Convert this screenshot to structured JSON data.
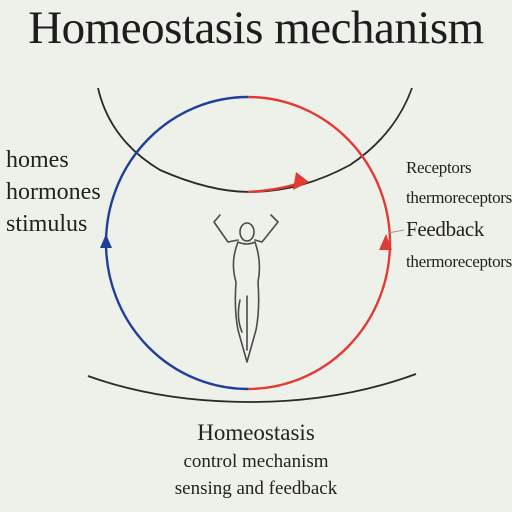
{
  "title": "Homeostasis mechanism",
  "left_labels": [
    "homes",
    "hormones",
    "stimulus"
  ],
  "right_labels": [
    "Receptors",
    "thermoreceptors",
    "Feedback",
    "thermoreceptors"
  ],
  "bottom_labels": [
    "Homeostasis",
    "control mechanism",
    "sensing and feedback"
  ],
  "colors": {
    "background": "#eef1e9",
    "blue_arc": "#1f3f9a",
    "red_arc": "#e23b35",
    "outer_arc": "#2a2a2a",
    "figure_stroke": "#4a4a4a",
    "connector": "#9a9a9a"
  },
  "icons": {
    "figure": "human-figure-arms-raised-icon"
  }
}
